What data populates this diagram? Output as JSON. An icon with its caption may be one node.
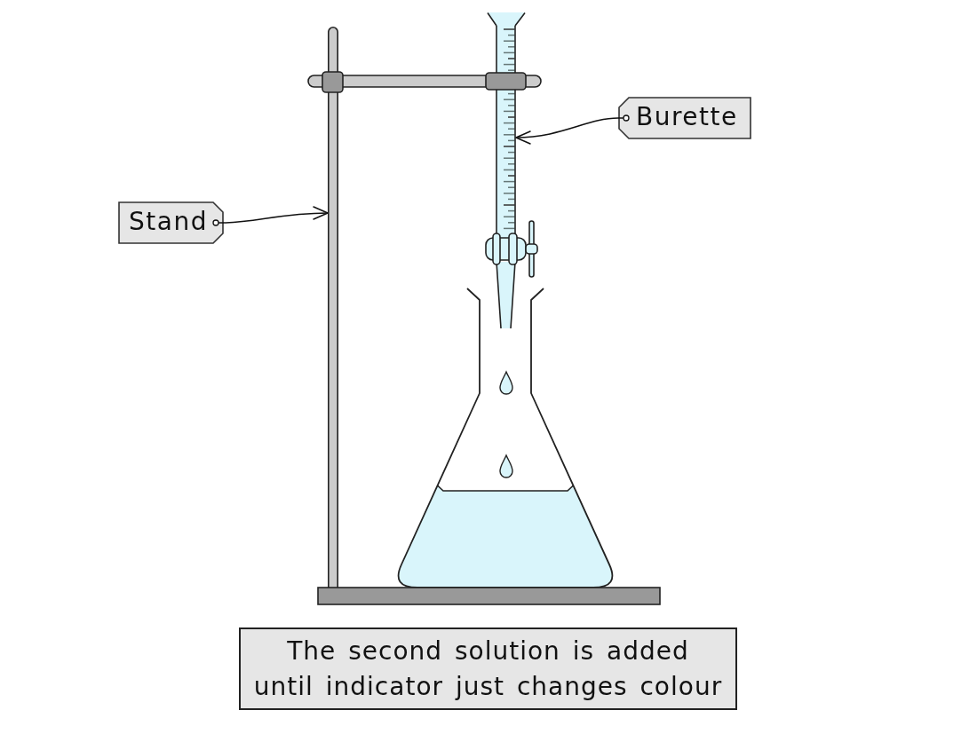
{
  "diagram": {
    "nodes": [
      {
        "text": [
          "Burette"
        ]
      },
      {
        "text": [],
        "shape": "picture"
      },
      {
        "text": [
          "Stand"
        ]
      },
      {
        "text": [],
        "shape": "bar"
      },
      {
        "text": [
          "The second solution is added until indicator just changes colour"
        ]
      }
    ],
    "edges": [
      {
        "from": 0,
        "to": 1,
        "arrow": "to"
      },
      {
        "from": 2,
        "to": 3,
        "arrow": "to"
      }
    ]
  }
}
